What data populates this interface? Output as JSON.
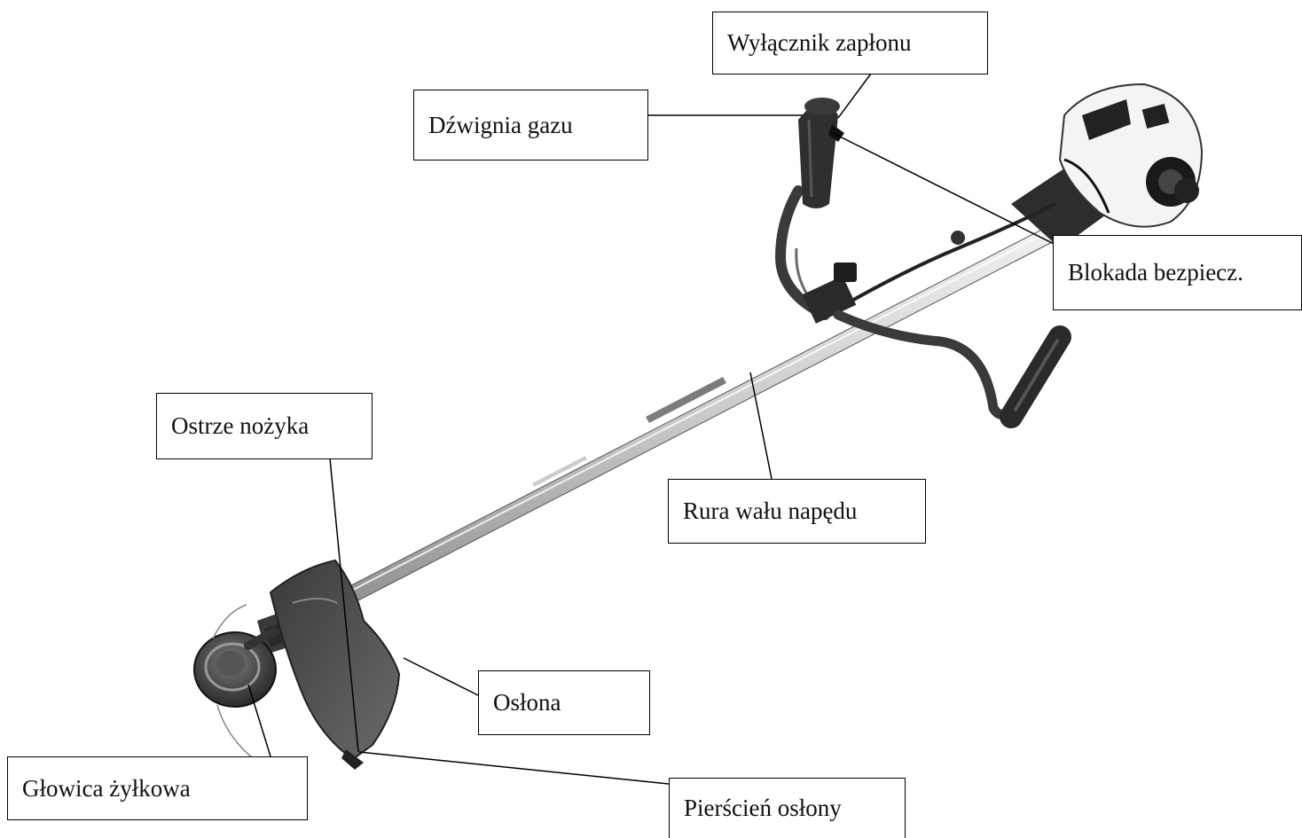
{
  "labels": {
    "ignition_switch": "Wyłącznik zapłonu",
    "throttle_lever": "Dźwignia gazu",
    "safety_lock": "Blokada bezpiecz.",
    "cutter_blade": "Ostrze nożyka",
    "drive_shaft_tube": "Rura wału napędu",
    "guard": "Osłona",
    "trimmer_head": "Głowica żyłkowa",
    "guard_ring": "Pierścień osłony"
  },
  "colors": {
    "line": "#000000",
    "text": "#111111",
    "background": "#ffffff"
  }
}
